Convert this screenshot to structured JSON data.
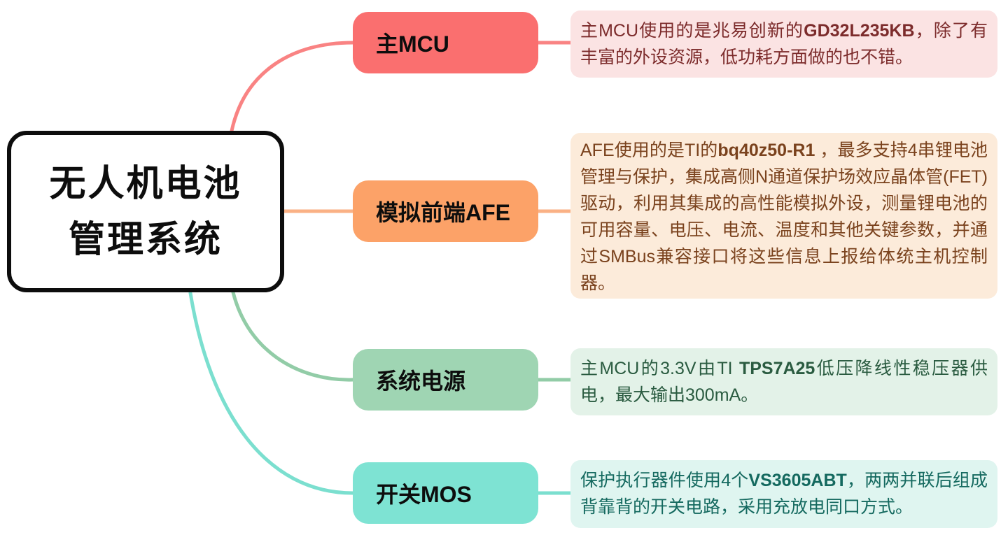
{
  "root": {
    "title_lines": [
      "无人机电池",
      "管理系统"
    ],
    "border_color": "#0d0d0d",
    "fill_color": "#ffffff"
  },
  "branches": [
    {
      "id": "main-mcu",
      "label": "主MCU",
      "node_color": "#FA6F6F",
      "line_color": "#F98383",
      "note_bg": "#FBE3E3",
      "note_text_color": "#7C2B2B",
      "note": {
        "prefix": "主MCU使用的是兆易创新的",
        "bold": "GD32L235KB",
        "suffix": "，除了有丰富的外设资源，低功耗方面做的也不错。"
      }
    },
    {
      "id": "afe",
      "label": "模拟前端AFE",
      "node_color": "#FCA268",
      "line_color": "#FAB185",
      "note_bg": "#FCEBDA",
      "note_text_color": "#7A421D",
      "note": {
        "prefix": "AFE使用的是TI的",
        "bold": "bq40z50-R1",
        "suffix": " ，最多支持4串锂电池管理与保护，集成高侧N通道保护场效应晶体管(FET) 驱动，利用其集成的高性能模拟外设，测量锂电池的可用容量、电压、电流、温度和其他关键参数，并通过SMBus兼容接口将这些信息上报给体统主机控制器。"
      }
    },
    {
      "id": "system-power",
      "label": "系统电源",
      "node_color": "#9FD5B3",
      "line_color": "#92CCA7",
      "note_bg": "#E3F2E8",
      "note_text_color": "#2A5B40",
      "note": {
        "prefix": "主MCU的3.3V由TI ",
        "bold": "TPS7A25",
        "suffix": "低压降线性稳压器供电，最大输出300mA。"
      }
    },
    {
      "id": "switch-mos",
      "label": "开关MOS",
      "node_color": "#7EE3D3",
      "line_color": "#7BDFCF",
      "note_bg": "#DFF5F0",
      "note_text_color": "#14695F",
      "note": {
        "prefix": "保护执行器件使用4个",
        "bold": "VS3605ABT",
        "suffix": "，两两并联后组成背靠背的开关电路，采用充放电同口方式。"
      }
    }
  ]
}
